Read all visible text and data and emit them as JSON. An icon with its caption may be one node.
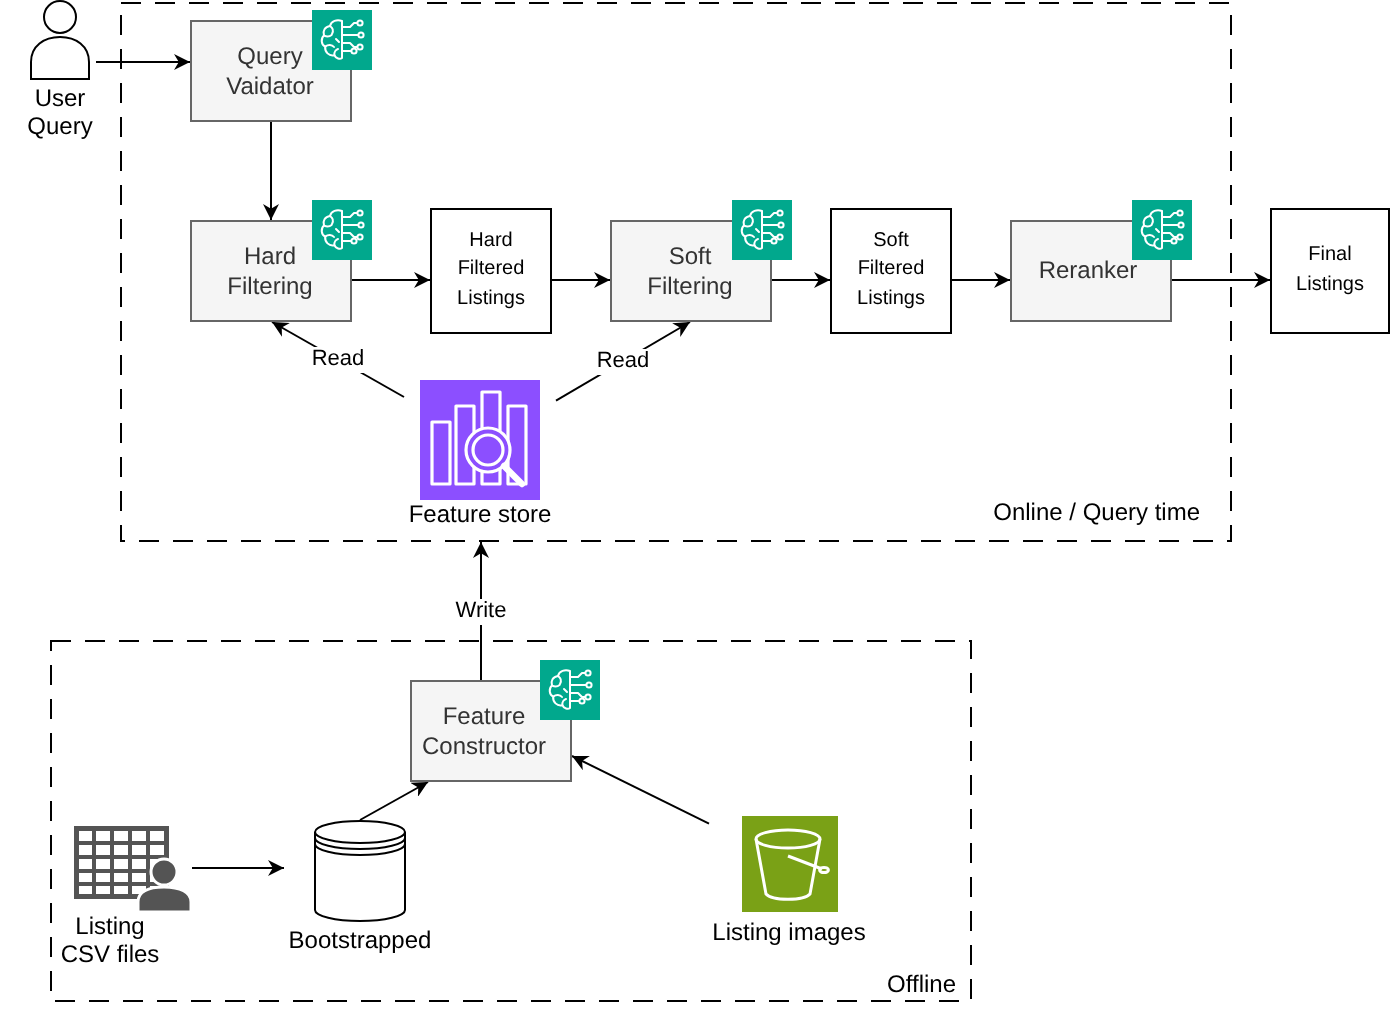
{
  "diagram": {
    "nodes": [
      {
        "text": [
          "User Query"
        ]
      },
      {
        "text": [
          "Online / Query time"
        ]
      },
      {
        "text": [
          "Query Vaidator"
        ],
        "in": 1
      },
      {
        "text": [
          "Hard Filtering"
        ],
        "in": 1
      },
      {
        "text": [
          "Hard Filtered Listings"
        ],
        "in": 1
      },
      {
        "text": [
          "Soft Filtering"
        ],
        "in": 1
      },
      {
        "text": [
          "Soft Filtered Listings"
        ],
        "in": 1
      },
      {
        "text": [
          "Reranker"
        ],
        "in": 1
      },
      {
        "text": [
          "Final Listings"
        ]
      },
      {
        "text": [
          "Feature store"
        ],
        "in": 1
      },
      {
        "text": [
          "Offline"
        ]
      },
      {
        "text": [
          "Feature Constructor"
        ],
        "in": 10
      },
      {
        "text": [
          "Listing CSV files"
        ],
        "in": 10
      },
      {
        "text": [
          "Bootstrapped"
        ],
        "in": 10
      },
      {
        "text": [
          "Listing images"
        ],
        "in": 10
      }
    ],
    "edges": [
      {
        "from": 0,
        "to": 2,
        "arrow": "to"
      },
      {
        "from": 2,
        "to": 3,
        "arrow": "to"
      },
      {
        "from": 3,
        "to": 4,
        "arrow": "to"
      },
      {
        "from": 4,
        "to": 5,
        "arrow": "to"
      },
      {
        "from": 5,
        "to": 6,
        "arrow": "to"
      },
      {
        "from": 6,
        "to": 7,
        "arrow": "to"
      },
      {
        "from": 7,
        "to": 8,
        "arrow": "to"
      },
      {
        "from": 9,
        "to": 3,
        "arrow": "to",
        "label": "Read"
      },
      {
        "from": 9,
        "to": 5,
        "arrow": "to",
        "label": "Read"
      },
      {
        "from": 11,
        "to": 1,
        "arrow": "to",
        "label": "Write"
      },
      {
        "from": 12,
        "to": 13,
        "arrow": "to"
      },
      {
        "from": 13,
        "to": 11,
        "arrow": "to"
      },
      {
        "from": 14,
        "to": 11,
        "arrow": "to"
      }
    ]
  }
}
